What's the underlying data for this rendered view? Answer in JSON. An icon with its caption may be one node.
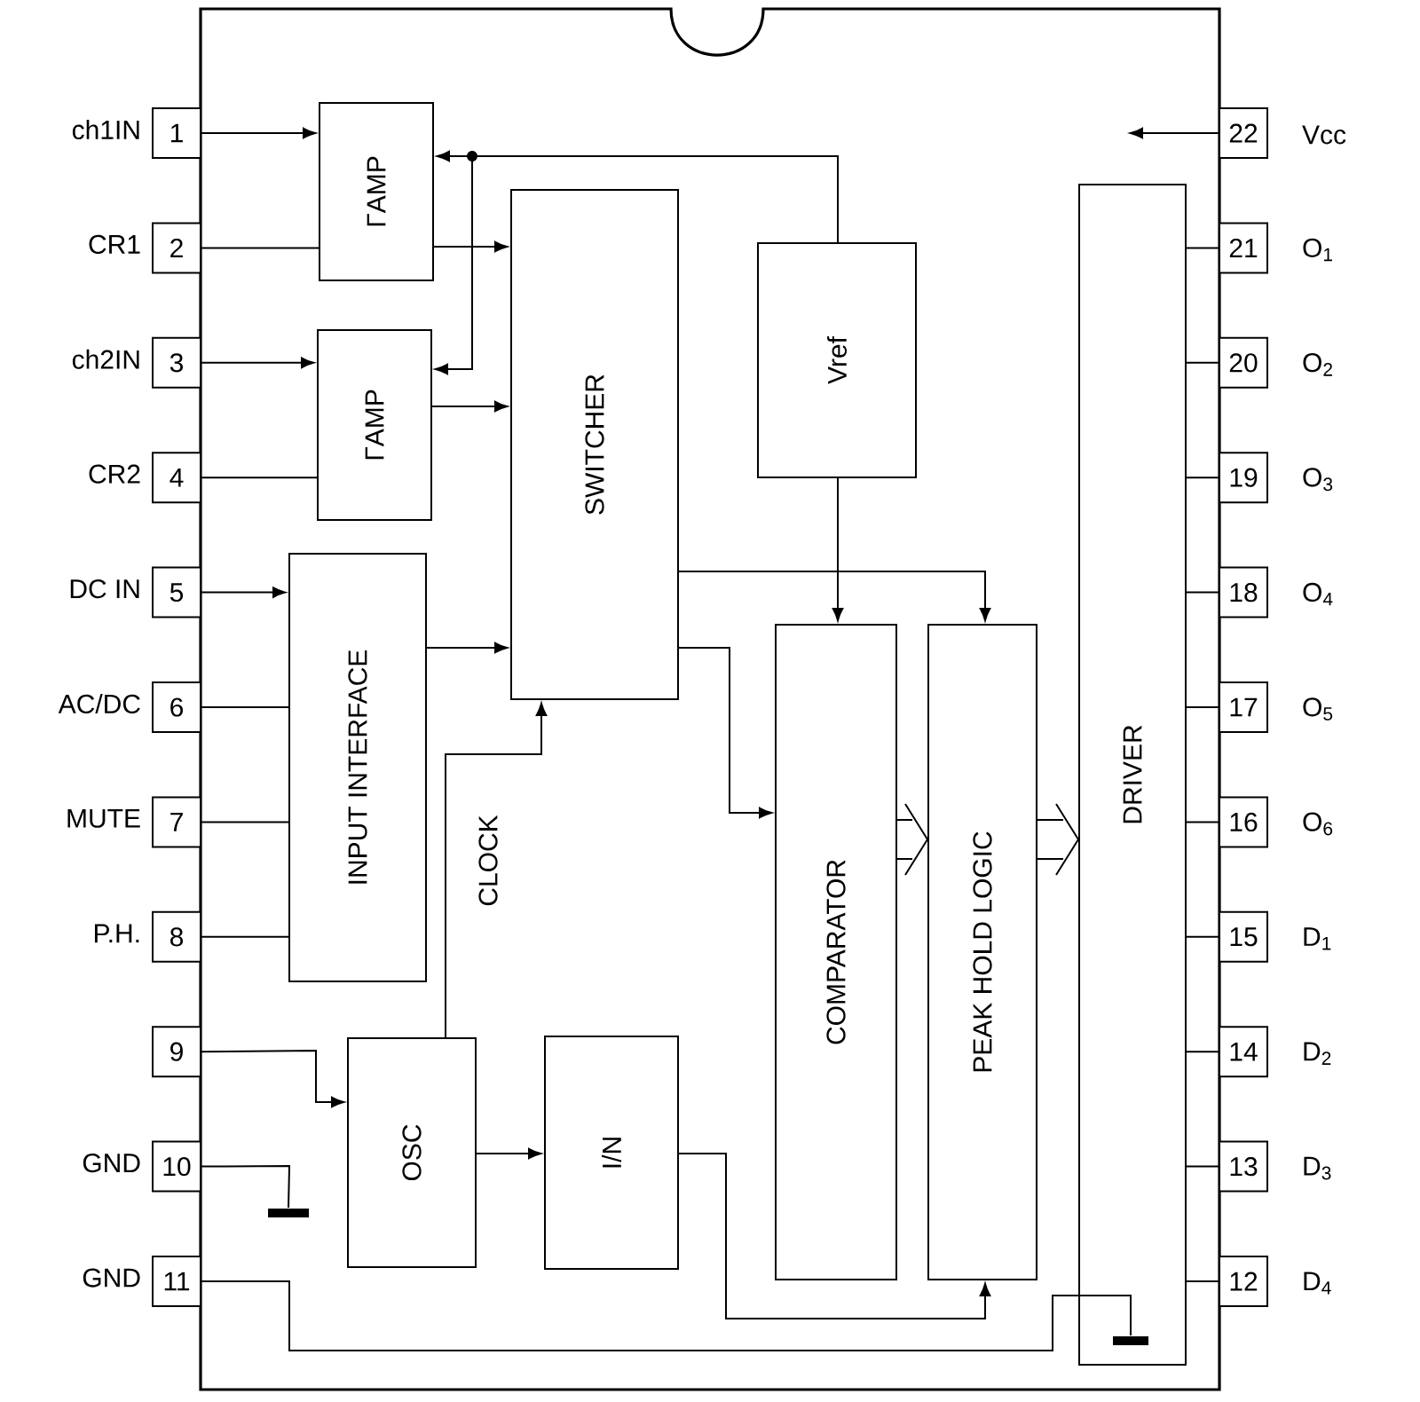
{
  "diagram": {
    "nodes": [
      {
        "text": [
          "1"
        ],
        "beside": [
          "ch1IN"
        ]
      },
      {
        "text": [
          "2"
        ],
        "beside": [
          "CR1"
        ]
      },
      {
        "text": [
          "3"
        ],
        "beside": [
          "ch2IN"
        ]
      },
      {
        "text": [
          "4"
        ],
        "beside": [
          "CR2"
        ]
      },
      {
        "text": [
          "5"
        ],
        "beside": [
          "DC IN"
        ]
      },
      {
        "text": [
          "6"
        ],
        "beside": [
          "AC/DC"
        ]
      },
      {
        "text": [
          "7"
        ],
        "beside": [
          "MUTE"
        ]
      },
      {
        "text": [
          "8"
        ],
        "beside": [
          "P.H."
        ]
      },
      {
        "text": [
          "9"
        ]
      },
      {
        "text": [
          "10"
        ],
        "beside": [
          "GND"
        ]
      },
      {
        "text": [
          "11"
        ],
        "beside": [
          "GND"
        ]
      },
      {
        "text": [
          "22"
        ],
        "beside": [
          "Vcc"
        ]
      },
      {
        "text": [
          "21"
        ],
        "beside": [
          "O$_{1}$"
        ]
      },
      {
        "text": [
          "20"
        ],
        "beside": [
          "O$_{2}$"
        ]
      },
      {
        "text": [
          "19"
        ],
        "beside": [
          "O$_{3}$"
        ]
      },
      {
        "text": [
          "18"
        ],
        "beside": [
          "O$_{4}$"
        ]
      },
      {
        "text": [
          "17"
        ],
        "beside": [
          "O$_{5}$"
        ]
      },
      {
        "text": [
          "16"
        ],
        "beside": [
          "O$_{6}$"
        ]
      },
      {
        "text": [
          "15"
        ],
        "beside": [
          "D$_{1}$"
        ]
      },
      {
        "text": [
          "14"
        ],
        "beside": [
          "D$_{2}$"
        ]
      },
      {
        "text": [
          "13"
        ],
        "beside": [
          "D$_{3}$"
        ]
      },
      {
        "text": [
          "12"
        ],
        "beside": [
          "D$_{4}$"
        ]
      },
      {
        "text": [
          "ΓAMP"
        ]
      },
      {
        "text": [
          "ΓAMP"
        ]
      },
      {
        "text": [
          "SWITCHER"
        ]
      },
      {
        "text": [
          "Vref"
        ]
      },
      {
        "text": [
          "INPUT  INTERFACE"
        ]
      },
      {
        "text": [
          "OSC"
        ]
      },
      {
        "text": [
          "I/N"
        ]
      },
      {
        "text": [
          "COMPARATOR"
        ]
      },
      {
        "text": [
          "PEAK HOLD LOGIC"
        ]
      },
      {
        "text": [
          "DRIVER"
        ]
      },
      {
        "text": [],
        "shape": "bar"
      },
      {
        "text": [],
        "shape": "bar",
        "in": 31
      }
    ],
    "edges": [
      {
        "from": 0,
        "to": 22,
        "arrow": "to"
      },
      {
        "from": 1,
        "to": 22,
        "arrow": "none"
      },
      {
        "from": 2,
        "to": 23,
        "arrow": "to"
      },
      {
        "from": 3,
        "to": 23,
        "arrow": "none"
      },
      {
        "from": 22,
        "to": 24,
        "arrow": "to"
      },
      {
        "from": 23,
        "to": 24,
        "arrow": "to"
      },
      {
        "from": 25,
        "to": 22,
        "arrow": "to"
      },
      {
        "from": 25,
        "to": 23,
        "arrow": "to"
      },
      {
        "from": 25,
        "to": 29,
        "arrow": "to"
      },
      {
        "from": 24,
        "to": 30,
        "arrow": "to"
      },
      {
        "from": 24,
        "to": 29,
        "arrow": "to"
      },
      {
        "from": 4,
        "to": 26,
        "arrow": "to"
      },
      {
        "from": 5,
        "to": 26,
        "arrow": "none"
      },
      {
        "from": 6,
        "to": 26,
        "arrow": "none"
      },
      {
        "from": 7,
        "to": 26,
        "arrow": "none"
      },
      {
        "from": 26,
        "to": 24,
        "arrow": "to"
      },
      {
        "from": 27,
        "to": 24,
        "arrow": "to",
        "label": "CLOCK"
      },
      {
        "from": 8,
        "to": 27,
        "arrow": "to"
      },
      {
        "from": 27,
        "to": 28,
        "arrow": "to"
      },
      {
        "from": 28,
        "to": 30,
        "arrow": "to"
      },
      {
        "from": 29,
        "to": 30,
        "arrow": "to"
      },
      {
        "from": 30,
        "to": 31,
        "arrow": "to"
      },
      {
        "from": 11,
        "to": null,
        "arrow": "to"
      },
      {
        "from": 31,
        "to": 12,
        "arrow": "none"
      },
      {
        "from": 31,
        "to": 13,
        "arrow": "none"
      },
      {
        "from": 31,
        "to": 14,
        "arrow": "none"
      },
      {
        "from": 31,
        "to": 15,
        "arrow": "none"
      },
      {
        "from": 31,
        "to": 16,
        "arrow": "none"
      },
      {
        "from": 31,
        "to": 17,
        "arrow": "none"
      },
      {
        "from": 31,
        "to": 18,
        "arrow": "none"
      },
      {
        "from": 31,
        "to": 19,
        "arrow": "none"
      },
      {
        "from": 31,
        "to": 20,
        "arrow": "none"
      },
      {
        "from": 31,
        "to": 21,
        "arrow": "none"
      },
      {
        "from": 9,
        "to": 32,
        "arrow": "none"
      },
      {
        "from": 10,
        "to": 33,
        "arrow": "none"
      }
    ]
  }
}
